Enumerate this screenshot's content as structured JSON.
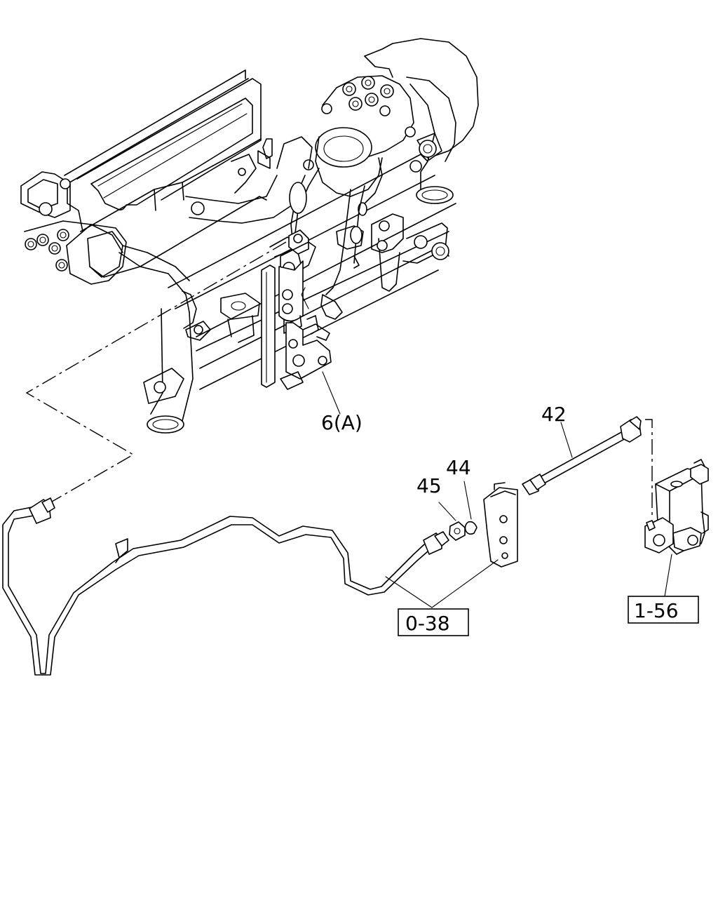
{
  "labels": {
    "part_6a": "6(A)",
    "part_42": "42",
    "part_44": "44",
    "part_45": "45"
  },
  "references": {
    "ref_0_38": "0-38",
    "ref_1_56": "1-56"
  }
}
